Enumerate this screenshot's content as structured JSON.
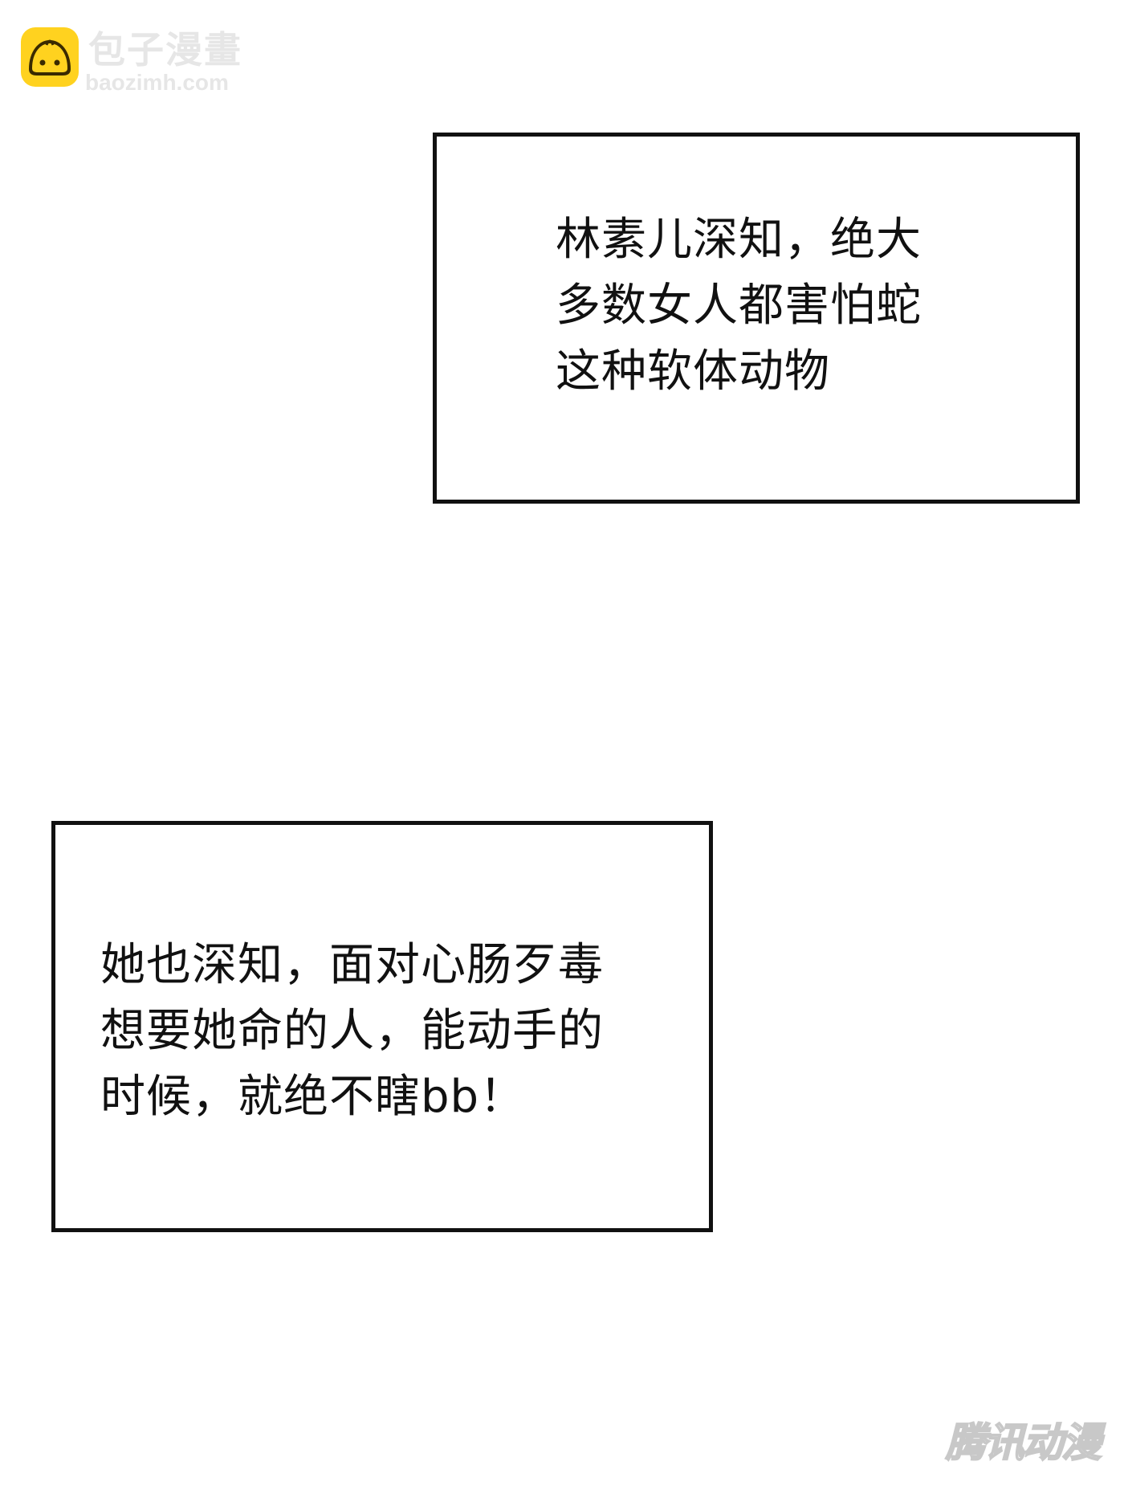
{
  "logo": {
    "title": "包子漫畫",
    "url": "baozimh.com",
    "icon": "bun-face-icon",
    "accent_color": "#ffd21f"
  },
  "captions": [
    {
      "lines": [
        "林素儿深知，绝大",
        "多数女人都害怕蛇",
        "这种软体动物"
      ]
    },
    {
      "lines": [
        "她也深知，面对心肠歹毒",
        "想要她命的人，能动手的",
        "时候，就绝不瞎bb！"
      ]
    }
  ],
  "watermark": {
    "text": "腾讯动漫"
  }
}
